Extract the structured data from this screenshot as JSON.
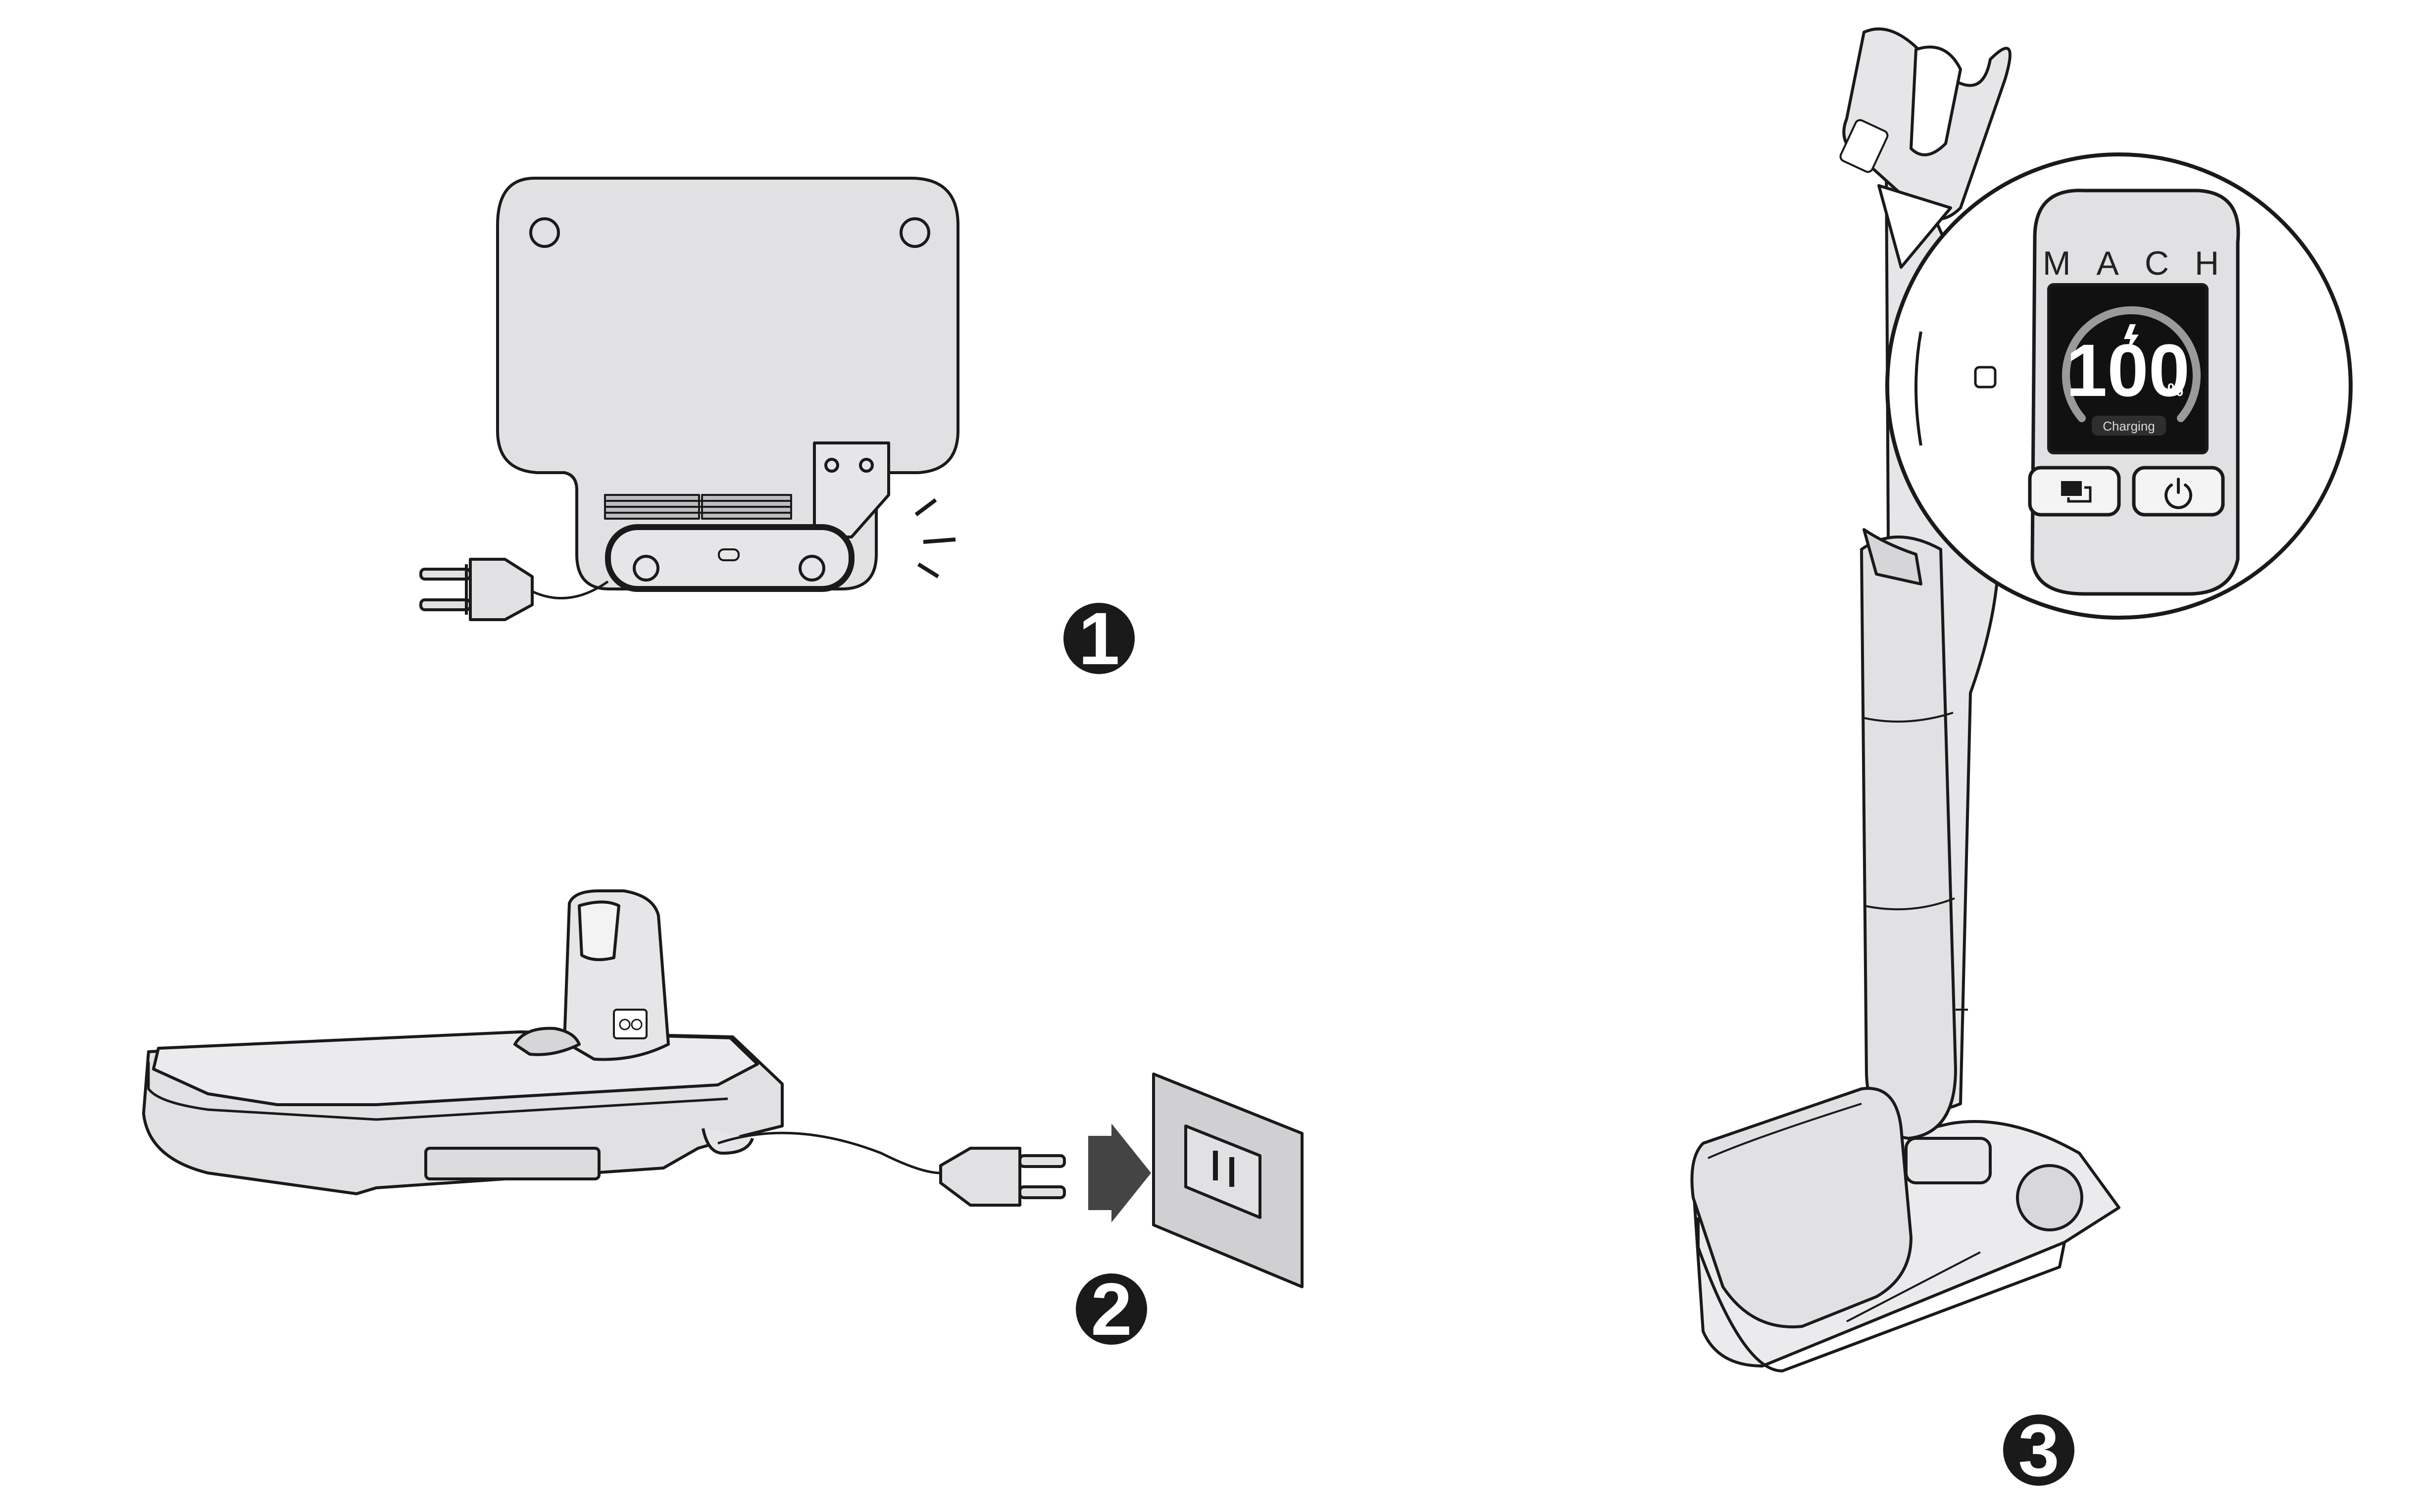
{
  "steps": [
    {
      "number": "1"
    },
    {
      "number": "2"
    },
    {
      "number": "3"
    }
  ],
  "display": {
    "brand": "MACH",
    "battery_value": "100",
    "battery_unit": "%",
    "status": "Charging",
    "battery_level_percent": 100
  },
  "icons": [
    "plug-icon",
    "bolt-icon",
    "mode-icon",
    "power-icon",
    "arrow-right-icon",
    "wall-socket-icon"
  ],
  "colors": {
    "body_fill": "#e1e1e3",
    "outline": "#1a1a1a",
    "step_badge": "#1a1a1a",
    "screen": "#111111",
    "arc": "#9a9a9a",
    "socket_plate": "#d0d0d2",
    "arrow": "#444444"
  }
}
